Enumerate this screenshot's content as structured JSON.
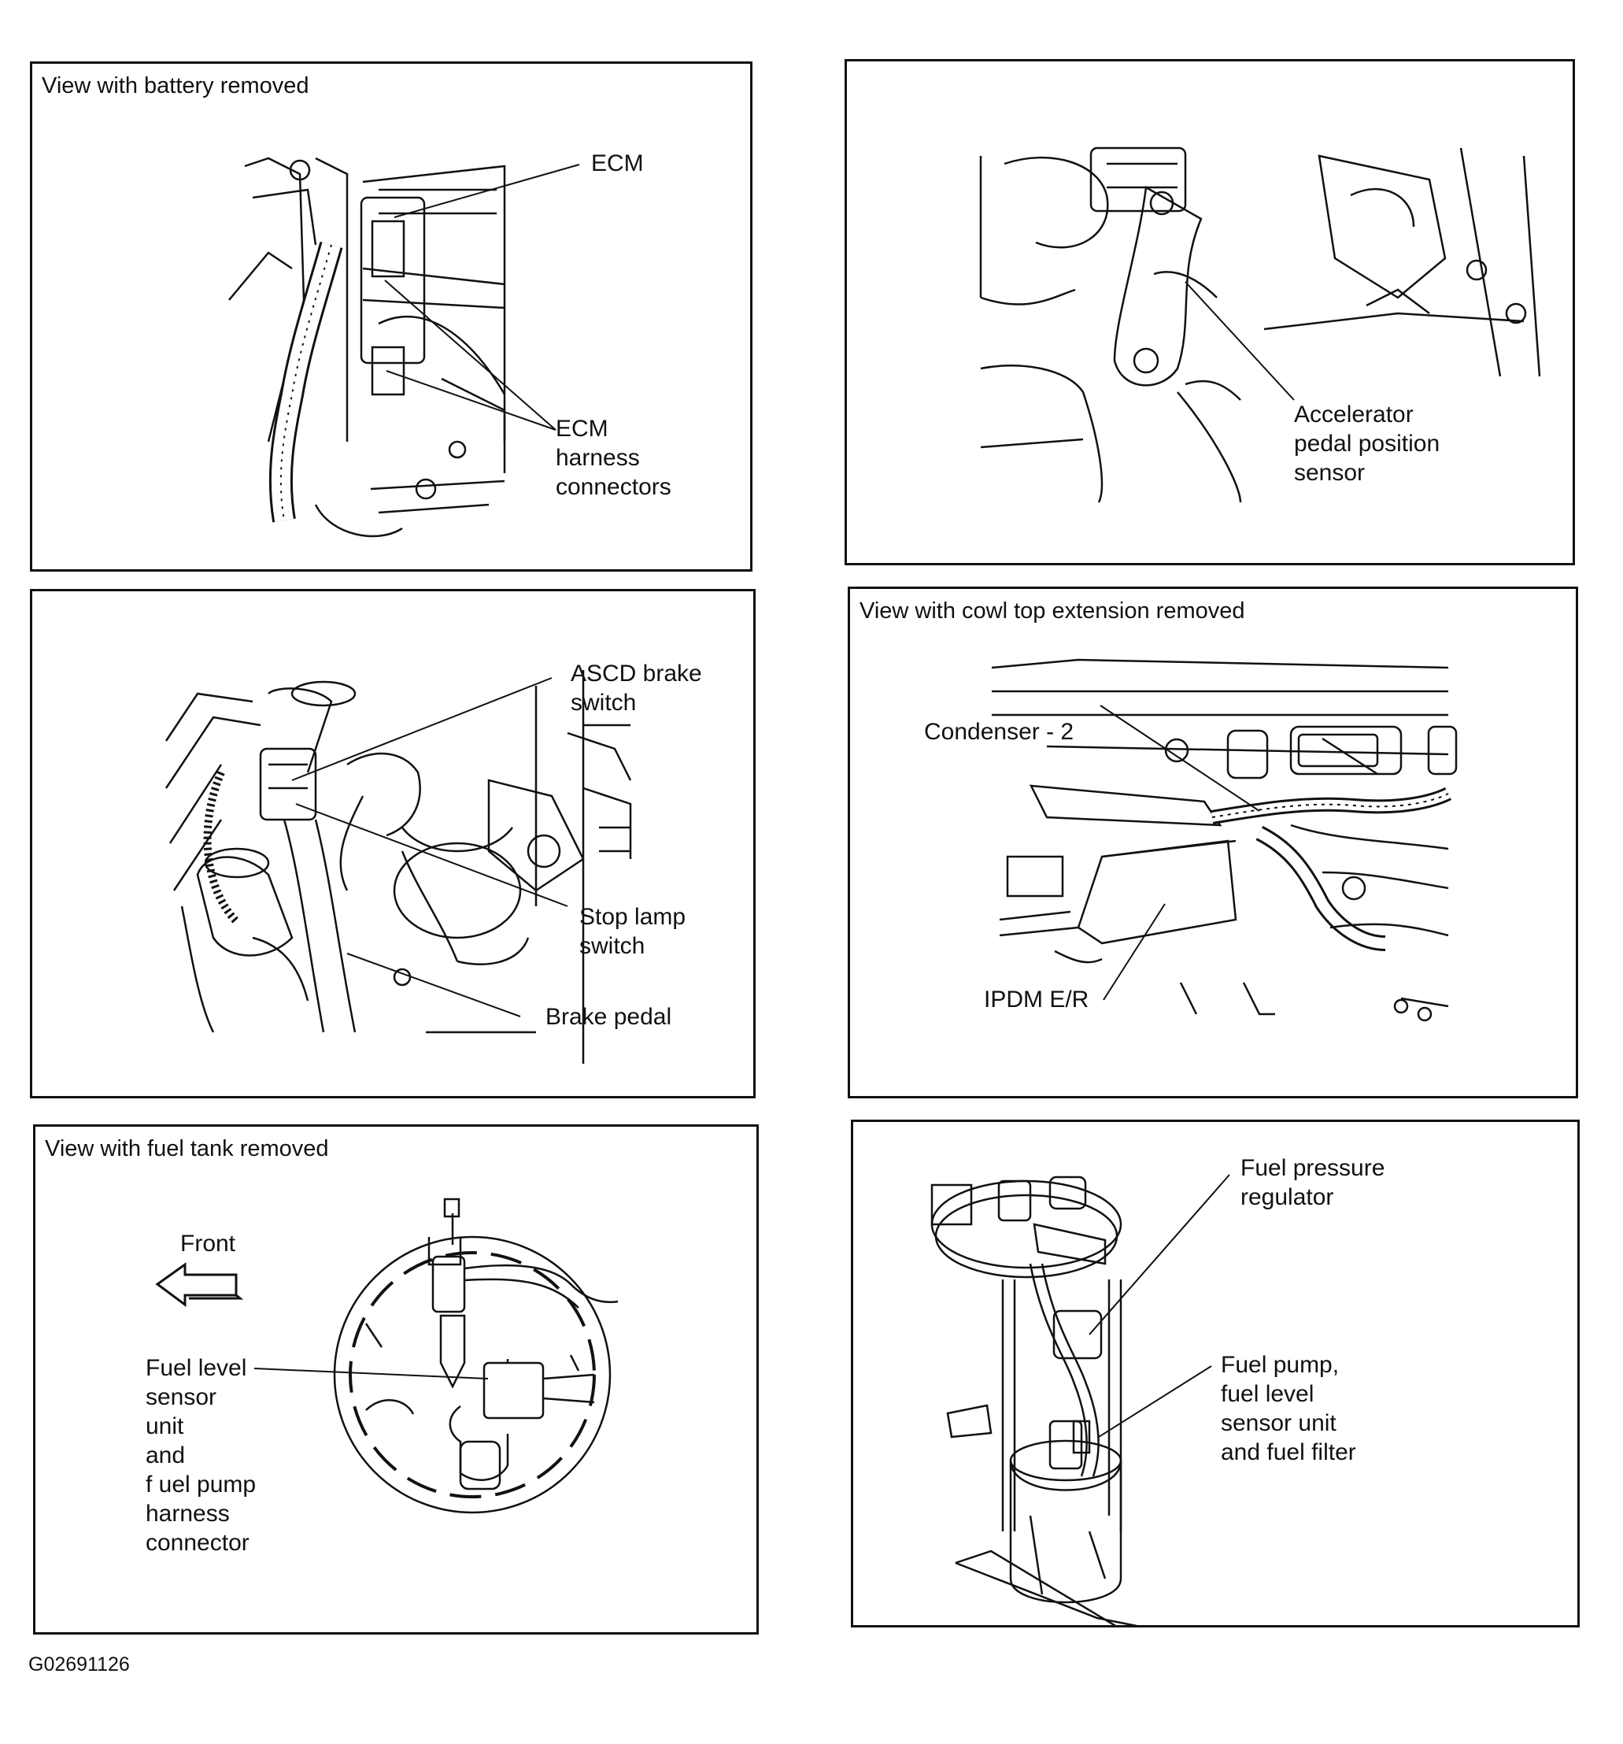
{
  "figure_id": "G02691126",
  "panels": [
    {
      "id": "ecm",
      "title": "View with battery removed",
      "callouts": [
        "ECM",
        "ECM\nharness\nconnectors"
      ]
    },
    {
      "id": "app-sensor",
      "title": "",
      "callouts": [
        "Accelerator\npedal position\nsensor"
      ]
    },
    {
      "id": "brake",
      "title": "",
      "callouts": [
        "ASCD brake\nswitch",
        "Stop lamp\nswitch",
        "Brake pedal"
      ]
    },
    {
      "id": "ipdm",
      "title": "View with cowl top extension removed",
      "callouts": [
        "Condenser - 2",
        "IPDM E/R"
      ]
    },
    {
      "id": "fuel-tank",
      "title": "View with fuel tank removed",
      "callouts": [
        "Front",
        "Fuel level\nsensor\nunit\nand\nf uel pump\nharness\nconnector"
      ]
    },
    {
      "id": "fuel-pump",
      "title": "",
      "callouts": [
        "Fuel pressure\nregulator",
        "Fuel pump,\nfuel level\nsensor unit\nand fuel filter"
      ]
    }
  ]
}
